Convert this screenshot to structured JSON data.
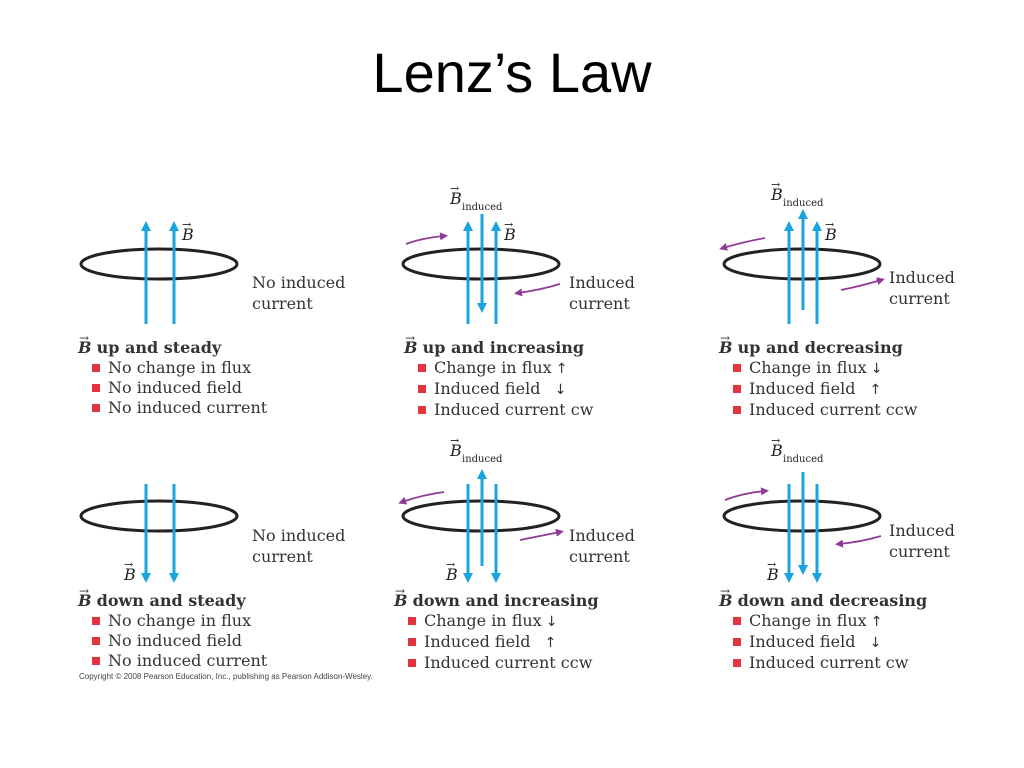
{
  "title": "Lenz’s Law",
  "symbols": {
    "b": "B",
    "b_sub_induced": "induced",
    "vector_mark": "→"
  },
  "colors": {
    "field_arrow": "#1aa3dc",
    "current_arrow": "#8e3a96",
    "bullet": "#e2333e",
    "loop": "#222222"
  },
  "panels": [
    {
      "id": "up-steady",
      "side_label": [
        "No induced",
        "current"
      ],
      "caption_title": "up and steady",
      "items": [
        {
          "text": "No change in flux",
          "arrow": ""
        },
        {
          "text": "No induced field",
          "arrow": ""
        },
        {
          "text": "No induced current",
          "arrow": ""
        }
      ]
    },
    {
      "id": "up-increasing",
      "side_label": [
        "Induced",
        "current"
      ],
      "caption_title": "up and increasing",
      "items": [
        {
          "text": "Change in flux",
          "arrow": "↑"
        },
        {
          "text": "Induced field",
          "arrow": "↓"
        },
        {
          "text": "Induced current cw",
          "arrow": ""
        }
      ]
    },
    {
      "id": "up-decreasing",
      "side_label": [
        "Induced",
        "current"
      ],
      "caption_title": "up and decreasing",
      "items": [
        {
          "text": "Change in flux",
          "arrow": "↓"
        },
        {
          "text": "Induced field",
          "arrow": "↑"
        },
        {
          "text": "Induced current ccw",
          "arrow": ""
        }
      ]
    },
    {
      "id": "down-steady",
      "side_label": [
        "No induced",
        "current"
      ],
      "caption_title": "down and steady",
      "items": [
        {
          "text": "No change in flux",
          "arrow": ""
        },
        {
          "text": "No induced field",
          "arrow": ""
        },
        {
          "text": "No induced current",
          "arrow": ""
        }
      ]
    },
    {
      "id": "down-increasing",
      "side_label": [
        "Induced",
        "current"
      ],
      "caption_title": "down and increasing",
      "items": [
        {
          "text": "Change in flux",
          "arrow": "↓"
        },
        {
          "text": "Induced field",
          "arrow": "↑"
        },
        {
          "text": "Induced current ccw",
          "arrow": ""
        }
      ]
    },
    {
      "id": "down-decreasing",
      "side_label": [
        "Induced",
        "current"
      ],
      "caption_title": "down and decreasing",
      "items": [
        {
          "text": "Change in flux",
          "arrow": "↑"
        },
        {
          "text": "Induced field",
          "arrow": "↓"
        },
        {
          "text": "Induced current cw",
          "arrow": ""
        }
      ]
    }
  ],
  "copyright": "Copyright © 2008 Pearson Education, Inc., publishing as Pearson Addison-Wesley."
}
